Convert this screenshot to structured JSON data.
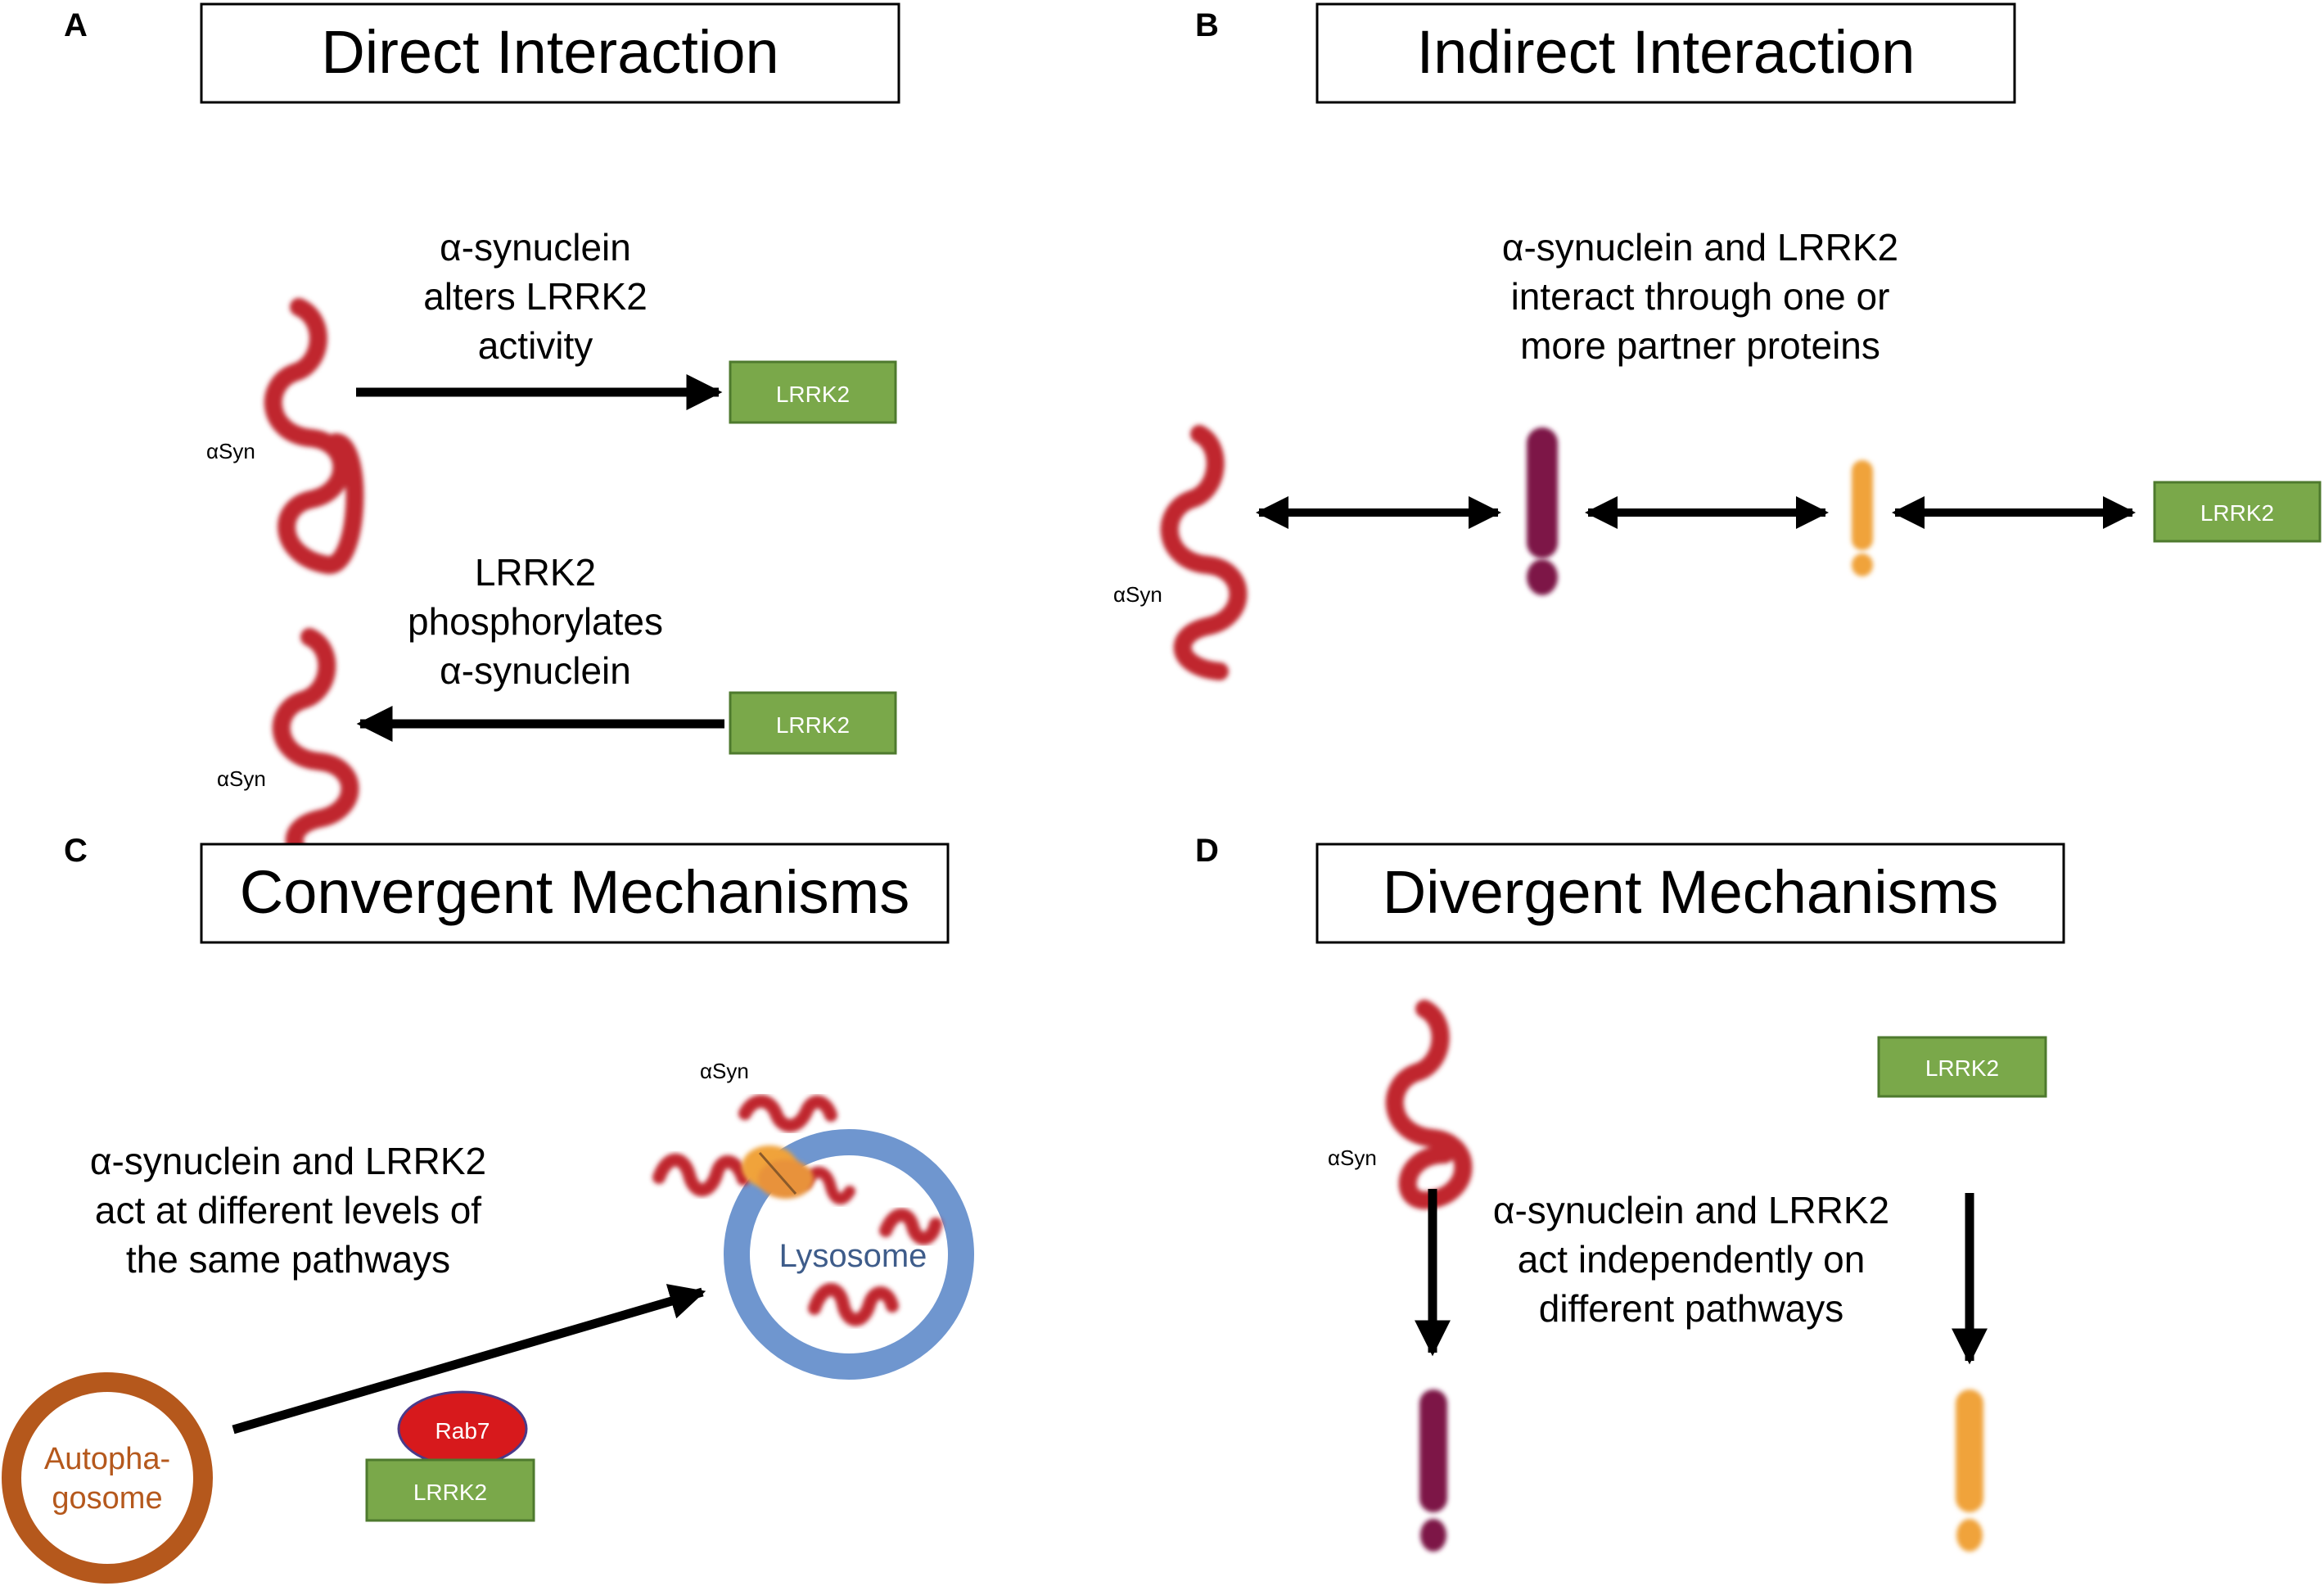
{
  "panels": {
    "a": {
      "letter": "A",
      "title": "Direct Interaction",
      "caption_top": [
        "α-synuclein",
        "alters LRRK2",
        "activity"
      ],
      "caption_bottom": [
        "LRRK2",
        "phosphorylates",
        "α-synuclein"
      ],
      "asyn_label": "αSyn",
      "lrrk2_label": "LRRK2"
    },
    "b": {
      "letter": "B",
      "title": "Indirect Interaction",
      "caption": [
        "α-synuclein and LRRK2",
        "interact through one or",
        "more partner proteins"
      ],
      "asyn_label": "αSyn",
      "lrrk2_label": "LRRK2"
    },
    "c": {
      "letter": "C",
      "title": "Convergent Mechanisms",
      "caption": [
        "α-synuclein and LRRK2",
        "act at different levels of",
        "the same pathways"
      ],
      "asyn_label": "αSyn",
      "lysosome_label": "Lysosome",
      "autophagosome_label": [
        "Autopha-",
        "gosome"
      ],
      "rab7_label": "Rab7",
      "lrrk2_label": "LRRK2"
    },
    "d": {
      "letter": "D",
      "title": "Divergent Mechanisms",
      "caption": [
        "α-synuclein and LRRK2",
        "act independently on",
        "different pathways"
      ],
      "asyn_label": "αSyn",
      "lrrk2_label": "LRRK2"
    }
  },
  "colors": {
    "asyn_red": "#c0272d",
    "lrrk2_green": "#7aa84a",
    "lrrk2_border": "#4e7a2e",
    "partner_maroon": "#7d1747",
    "partner_orange": "#f0a33a",
    "lysosome_blue": "#6f96cf",
    "autophagosome_brown": "#b5581c",
    "rab7_red": "#d7191c"
  }
}
